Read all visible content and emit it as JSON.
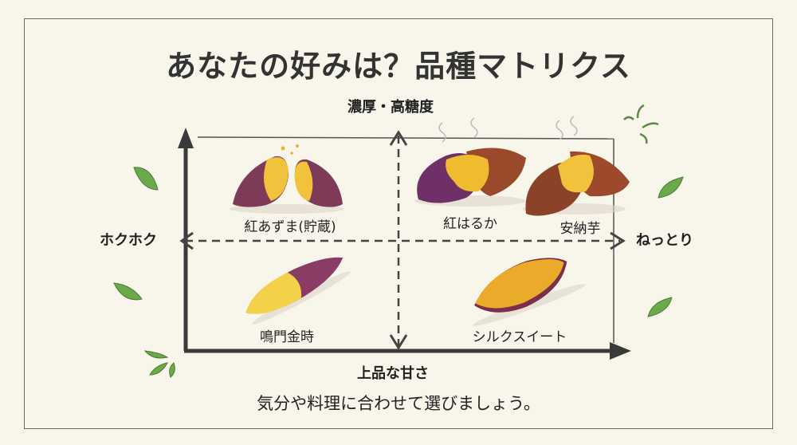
{
  "title": "あなたの好みは？品種マトリクス",
  "axes": {
    "top": "濃厚・高糖度",
    "bottom": "上品な甘さ",
    "left": "ホクホク",
    "right": "ねっとり"
  },
  "varieties": [
    {
      "name": "紅あずま(貯蔵)",
      "quadrant": "top-left",
      "style": "split-open"
    },
    {
      "name": "紅はるか",
      "quadrant": "top-right",
      "style": "split-steaming"
    },
    {
      "name": "安納芋",
      "quadrant": "top-right",
      "style": "split-steaming"
    },
    {
      "name": "鳴門金時",
      "quadrant": "bottom-left",
      "style": "peeled"
    },
    {
      "name": "シルクスイート",
      "quadrant": "bottom-right",
      "style": "peeled"
    }
  ],
  "footer": "気分や料理に合わせて選びましょう。",
  "colors": {
    "background": "#f8f5ea",
    "ink": "#333333",
    "skin_purple": "#7a3a5c",
    "flesh_yellow": "#f2c23a",
    "leaf_green": "#6aaa4a"
  }
}
